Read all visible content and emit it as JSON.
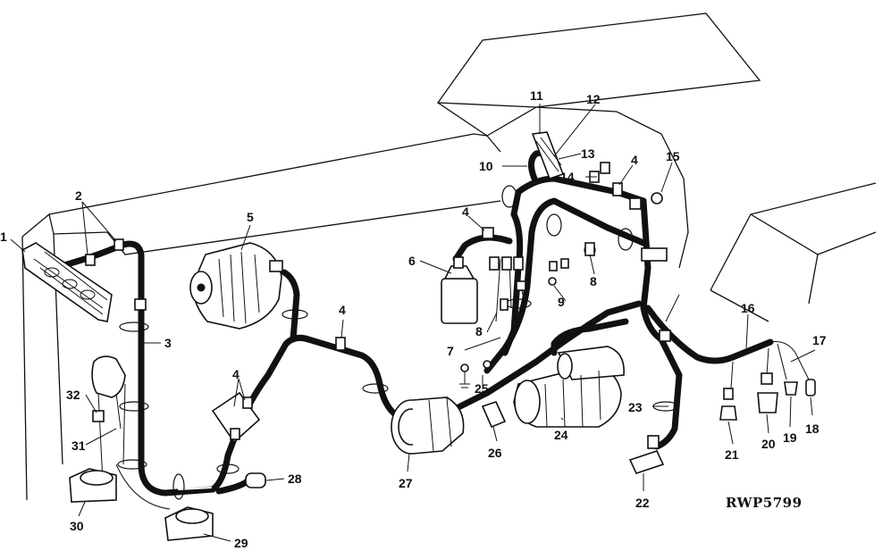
{
  "diagram": {
    "reference": "RWP5799",
    "callouts": [
      "1",
      "2",
      "3",
      "4",
      "5",
      "6",
      "7",
      "8",
      "9",
      "10",
      "11",
      "12",
      "13",
      "14",
      "15",
      "16",
      "17",
      "18",
      "19",
      "20",
      "21",
      "22",
      "23",
      "24",
      "25",
      "26",
      "27",
      "28",
      "29",
      "30",
      "31",
      "32"
    ]
  },
  "style": {
    "ink": "#111111",
    "background": "#ffffff"
  }
}
